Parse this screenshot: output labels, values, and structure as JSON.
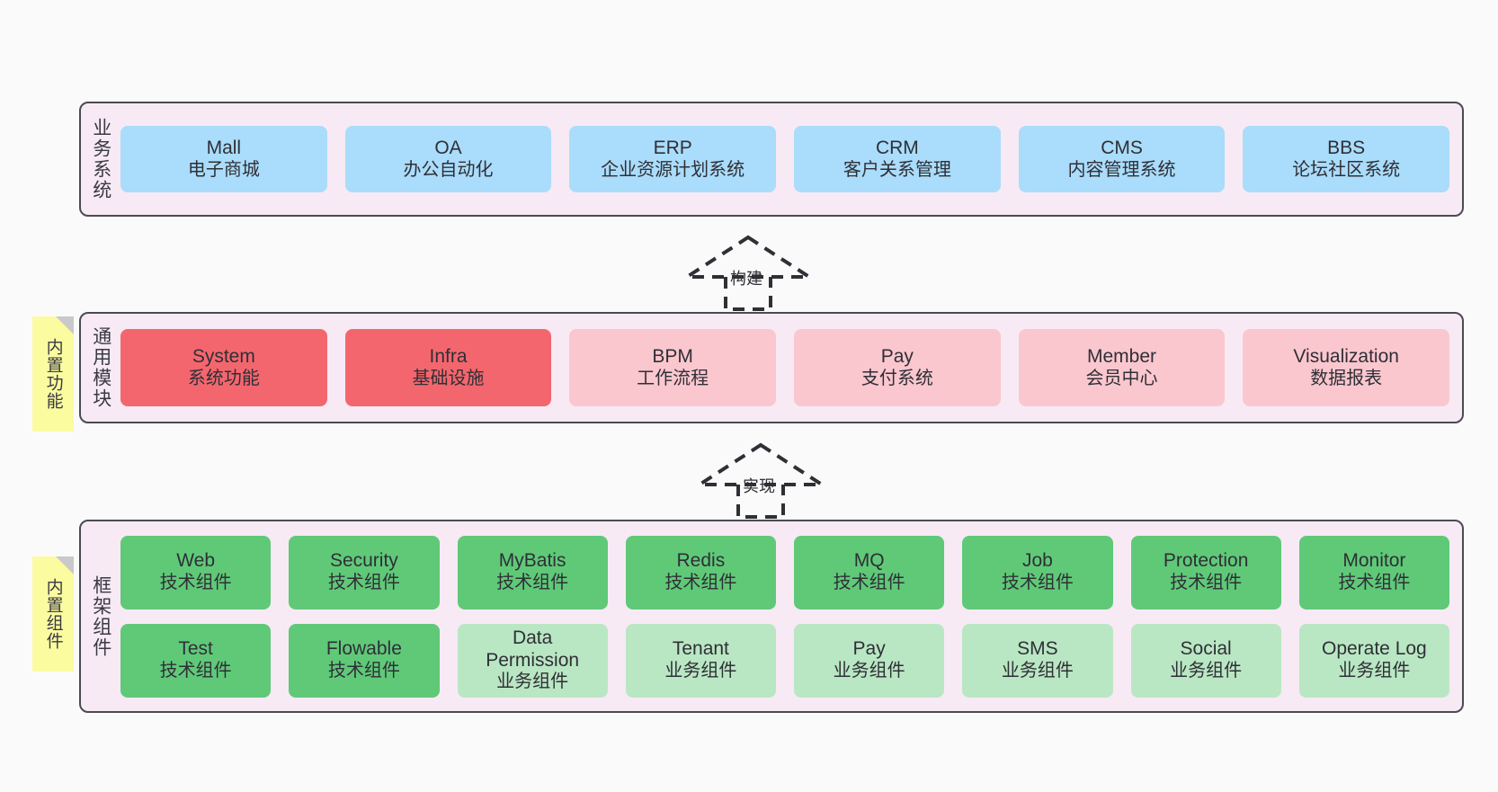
{
  "diagram": {
    "title_hidden": "",
    "colors": {
      "panel_bg": "#f7eaf4",
      "panel_border": "#4a4a52",
      "blue": "#aadcfb",
      "red": "#f4666e",
      "pink": "#fbc7cf",
      "green": "#5fc978",
      "light_green": "#b9e7c3",
      "sticky": "#fbfba0",
      "page_bg": "#fafafa"
    }
  },
  "layers": [
    {
      "key": "business",
      "title": "业务系统",
      "rows": [
        {
          "cards": [
            {
              "name": "Mall",
              "sub": "电子商城",
              "color": "blue"
            },
            {
              "name": "OA",
              "sub": "办公自动化",
              "color": "blue"
            },
            {
              "name": "ERP",
              "sub": "企业资源计划系统",
              "color": "blue"
            },
            {
              "name": "CRM",
              "sub": "客户关系管理",
              "color": "blue"
            },
            {
              "name": "CMS",
              "sub": "内容管理系统",
              "color": "blue"
            },
            {
              "name": "BBS",
              "sub": "论坛社区系统",
              "color": "blue"
            }
          ]
        }
      ]
    },
    {
      "key": "common-module",
      "title": "通用模块",
      "sticky": "内置功能",
      "rows": [
        {
          "cards": [
            {
              "name": "System",
              "sub": "系统功能",
              "color": "red"
            },
            {
              "name": "Infra",
              "sub": "基础设施",
              "color": "red"
            },
            {
              "name": "BPM",
              "sub": "工作流程",
              "color": "pink"
            },
            {
              "name": "Pay",
              "sub": "支付系统",
              "color": "pink"
            },
            {
              "name": "Member",
              "sub": "会员中心",
              "color": "pink"
            },
            {
              "name": "Visualization",
              "sub": "数据报表",
              "color": "pink"
            }
          ]
        }
      ]
    },
    {
      "key": "framework",
      "title": "框架组件",
      "sticky": "内置组件",
      "rows": [
        {
          "cards": [
            {
              "name": "Web",
              "sub": "技术组件",
              "color": "green"
            },
            {
              "name": "Security",
              "sub": "技术组件",
              "color": "green"
            },
            {
              "name": "MyBatis",
              "sub": "技术组件",
              "color": "green"
            },
            {
              "name": "Redis",
              "sub": "技术组件",
              "color": "green"
            },
            {
              "name": "MQ",
              "sub": "技术组件",
              "color": "green"
            },
            {
              "name": "Job",
              "sub": "技术组件",
              "color": "green"
            },
            {
              "name": "Protection",
              "sub": "技术组件",
              "color": "green"
            },
            {
              "name": "Monitor",
              "sub": "技术组件",
              "color": "green"
            }
          ]
        },
        {
          "cards": [
            {
              "name": "Test",
              "sub": "技术组件",
              "color": "green"
            },
            {
              "name": "Flowable",
              "sub": "技术组件",
              "color": "green"
            },
            {
              "name": "Data Permission",
              "sub": "业务组件",
              "color": "light_green"
            },
            {
              "name": "Tenant",
              "sub": "业务组件",
              "color": "light_green"
            },
            {
              "name": "Pay",
              "sub": "业务组件",
              "color": "light_green"
            },
            {
              "name": "SMS",
              "sub": "业务组件",
              "color": "light_green"
            },
            {
              "name": "Social",
              "sub": "业务组件",
              "color": "light_green"
            },
            {
              "name": "Operate Log",
              "sub": "业务组件",
              "color": "light_green"
            }
          ]
        }
      ]
    }
  ],
  "arrows": [
    {
      "key": "build",
      "label": "构建",
      "from": "common-module",
      "to": "business"
    },
    {
      "key": "implement",
      "label": "实现",
      "from": "framework",
      "to": "common-module"
    }
  ]
}
